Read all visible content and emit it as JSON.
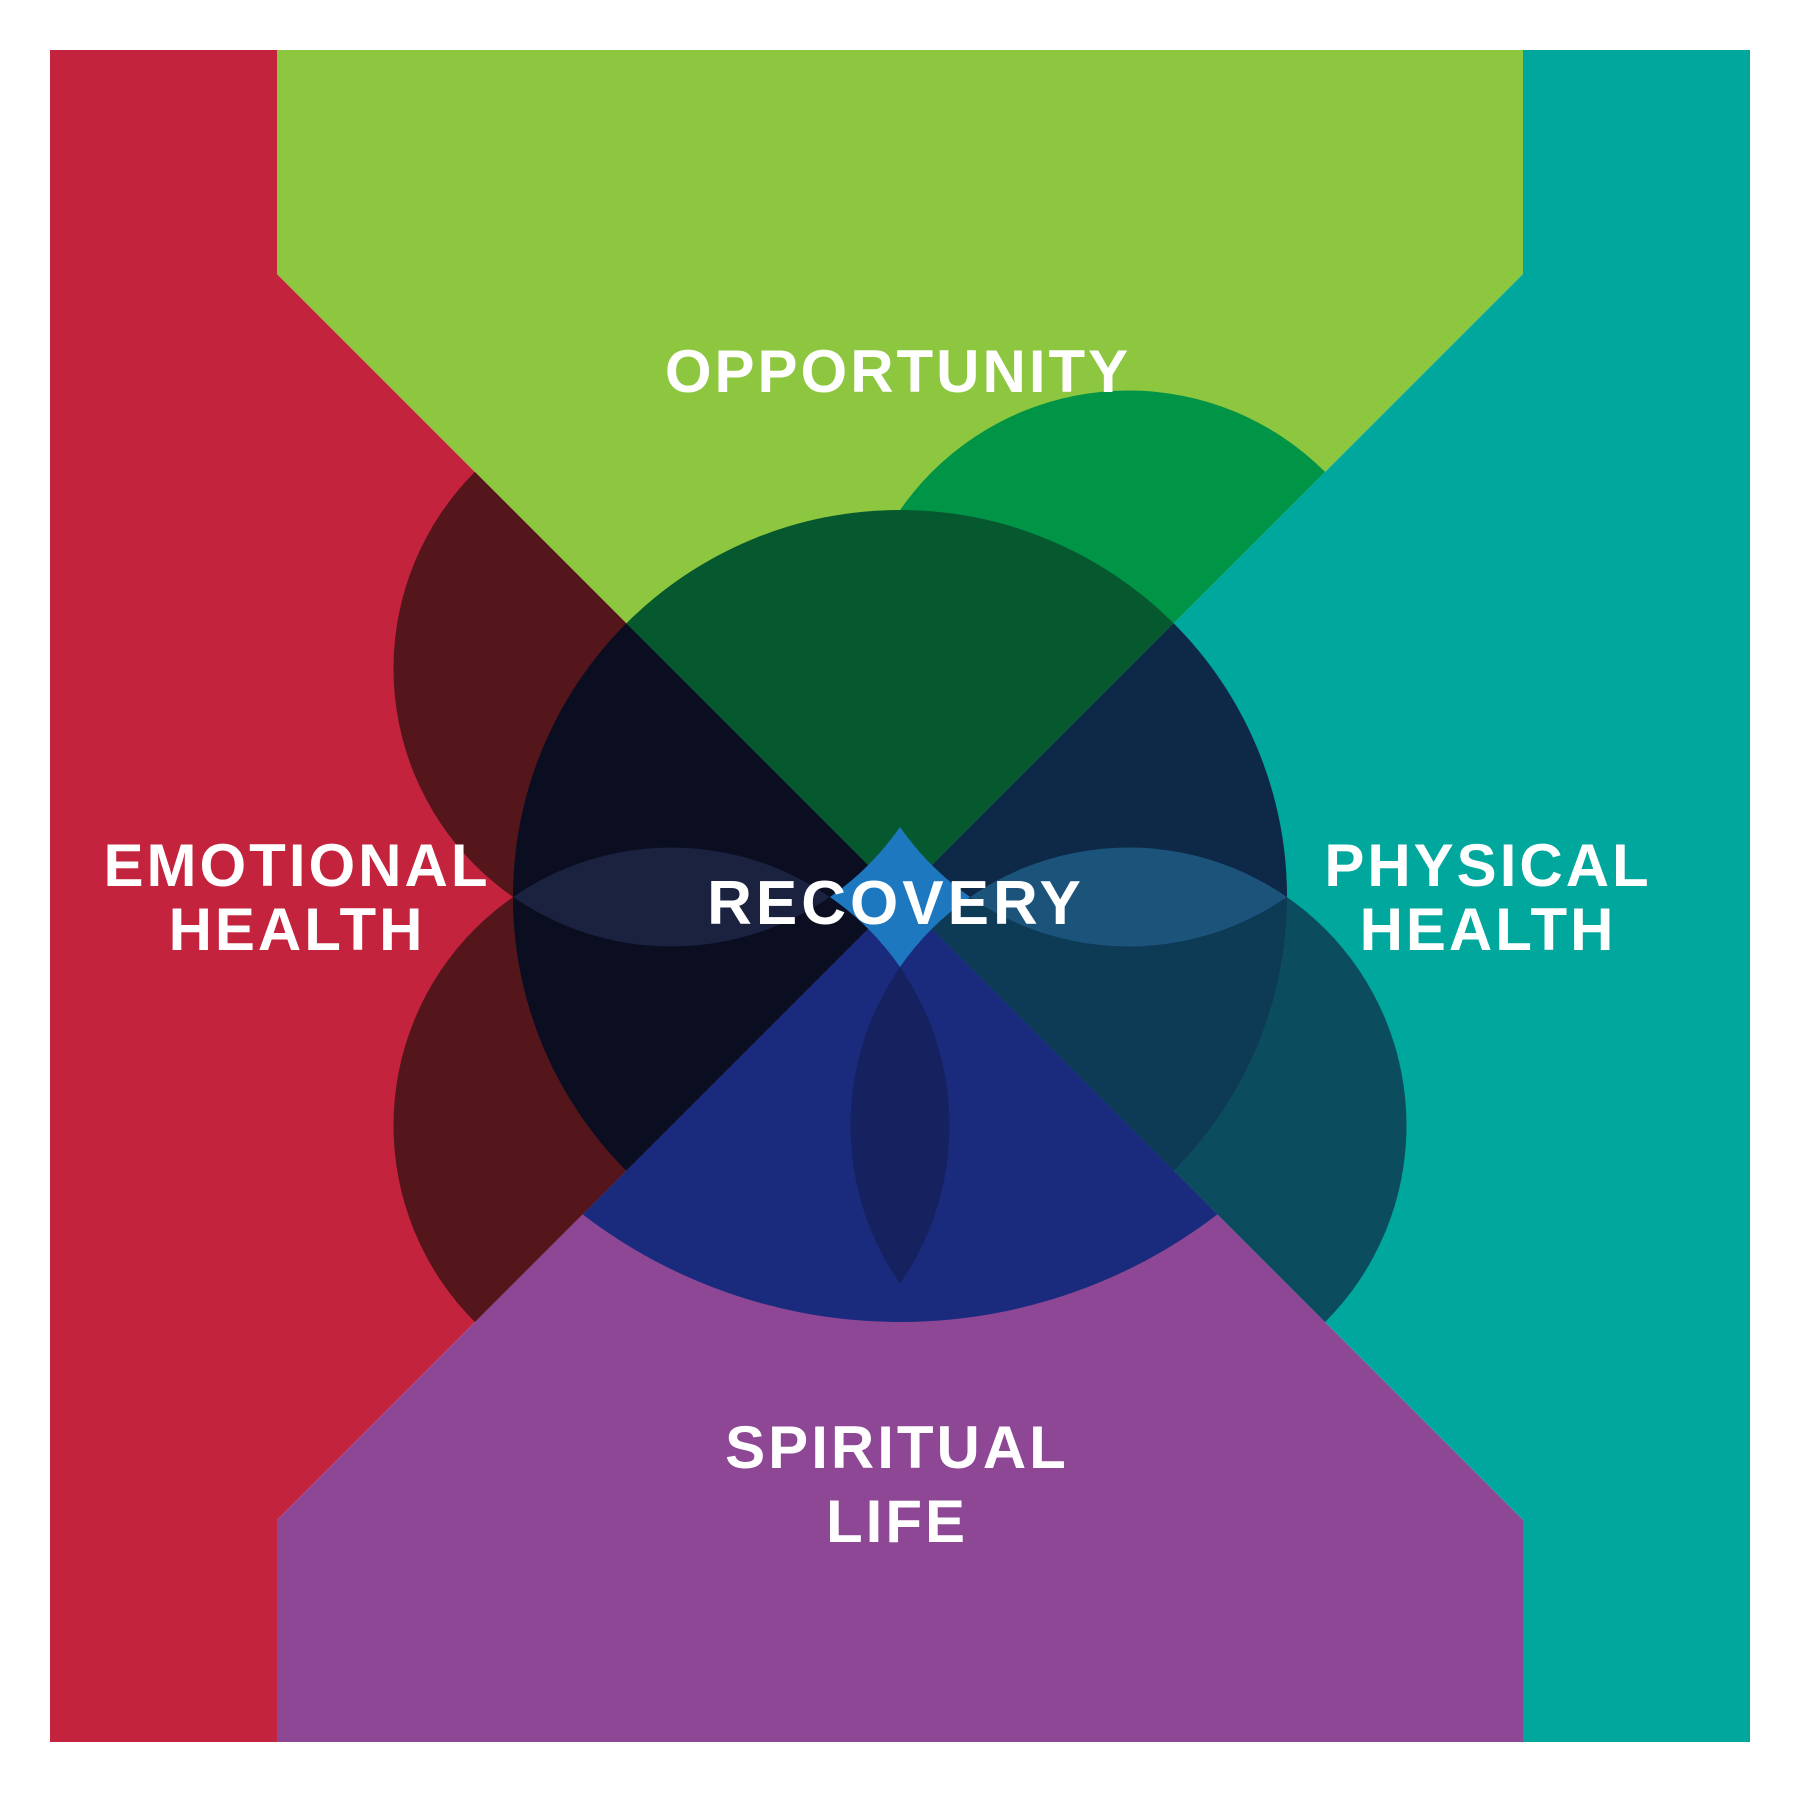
{
  "diagram": {
    "title": "Recovery wellness overlap diagram",
    "labels": {
      "top": "OPPORTUNITY",
      "left_line1": "EMOTIONAL",
      "left_line2": "HEALTH",
      "right_line1": "PHYSICAL",
      "right_line2": "HEALTH",
      "bottom_line1": "SPIRITUAL",
      "bottom_line2": "LIFE",
      "center": "RECOVERY"
    },
    "colors": {
      "background": "#ffffff",
      "red": "#c3233c",
      "green": "#8dc63f",
      "teal": "#00a79d",
      "purple": "#8d4795",
      "maroon_tint": "#54151b",
      "bright_green_tint": "#009447",
      "dark_teal_tint": "#0b4d5e",
      "royal_blue_dome": "#1a2b7d",
      "center_over_red": "#161f3b",
      "center_over_green": "#06592f",
      "center_over_teal": "#1b537b",
      "accent_red_dark": "#0a0e20",
      "accent_red_lens": "#1a2240",
      "accent_teal_upper": "#0d2947",
      "accent_teal_lower": "#0d3a55",
      "accent_purple_lens": "#16215f",
      "gap_blue": "#1e78c0",
      "text": "#ffffff"
    }
  }
}
